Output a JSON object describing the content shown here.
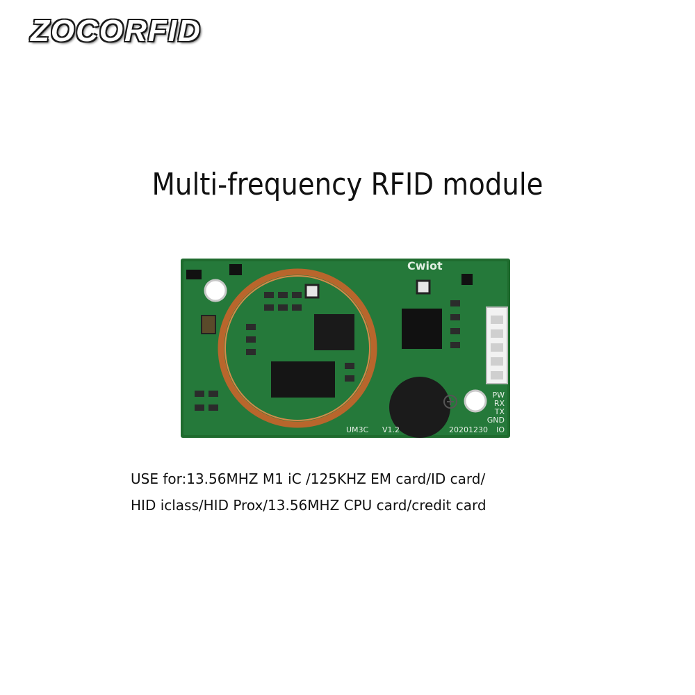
{
  "brand": {
    "logo_text": "ZOCORFID"
  },
  "headline": "Multi-frequency RFID module",
  "board": {
    "silk_logo": "Cwiot",
    "model": "UM3C",
    "version": "V1.2",
    "date_code": "20201230",
    "pin_labels": [
      "PW",
      "RX",
      "TX",
      "GND",
      "IO"
    ],
    "pcb_color": "#1f6b2e",
    "coil_color": "#b8662c"
  },
  "usage": {
    "line1": "USE for:13.56MHZ M1 iC /125KHZ EM card/ID card/",
    "line2": "HID iclass/HID Prox/13.56MHZ CPU card/credit card"
  }
}
